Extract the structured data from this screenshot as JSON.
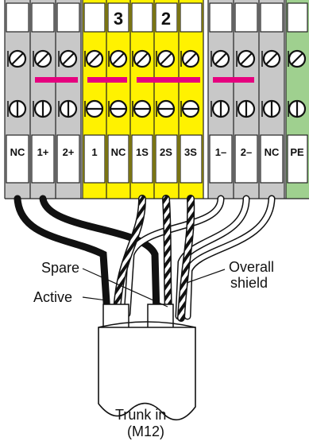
{
  "terminal_blocks": [
    {
      "id": "power",
      "color": "#c8c8c8",
      "terminals": [
        "NC",
        "1+",
        "2+"
      ],
      "header": [
        "",
        "",
        ""
      ]
    },
    {
      "id": "signal",
      "color": "#fff200",
      "terminals": [
        "1",
        "NC",
        "1S",
        "2S",
        "3S"
      ],
      "header": [
        "",
        "3",
        "",
        "2",
        ""
      ]
    },
    {
      "id": "negative",
      "color": "#c8c8c8",
      "terminals": [
        "1–",
        "2–",
        "NC"
      ],
      "header": [
        "",
        "",
        ""
      ]
    },
    {
      "id": "earth",
      "color": "#9fd08f",
      "terminals": [
        "PE"
      ],
      "header": [
        ""
      ]
    }
  ],
  "jumper_color": "#e6007e",
  "labels": {
    "spare": "Spare",
    "active": "Active",
    "overall_shield_line1": "Overall",
    "overall_shield_line2": "shield",
    "trunk_line1": "Trunk in",
    "trunk_line2": "(M12)"
  }
}
